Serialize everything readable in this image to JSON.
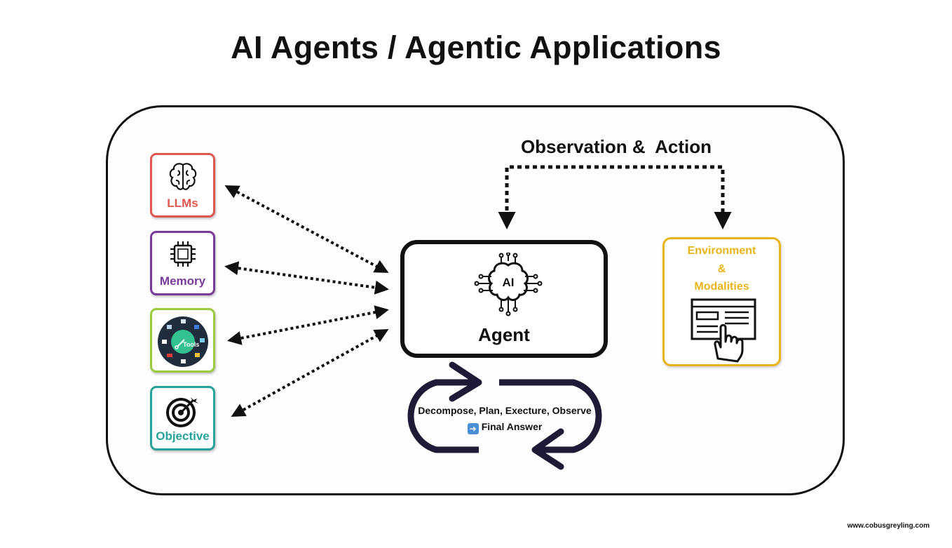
{
  "title": "AI Agents / Agentic Applications",
  "observation_label": "Observation &  Action",
  "components": [
    {
      "id": "llms",
      "label": "LLMs",
      "icon": "brain-icon",
      "color": "#e0574f"
    },
    {
      "id": "memory",
      "label": "Memory",
      "icon": "chip-icon",
      "color": "#7a3a99"
    },
    {
      "id": "tools",
      "label": "Tools",
      "icon": "tools-wheel-icon",
      "color": "#9acb3c"
    },
    {
      "id": "objective",
      "label": "Objective",
      "icon": "target-icon",
      "color": "#26a39a"
    }
  ],
  "agent": {
    "label": "Agent",
    "icon_text": "AI",
    "icon": "ai-brain-icon"
  },
  "environment": {
    "line1": "Environment",
    "line2": "&",
    "line3": "Modalities",
    "icon": "screen-touch-icon",
    "color": "#e9b417"
  },
  "loop": {
    "line1": "Decompose, Plan, Execture, Observe",
    "line2": "Final Answer",
    "icon": "arrow-right-icon"
  },
  "credit": "www.cobusgreyling.com"
}
